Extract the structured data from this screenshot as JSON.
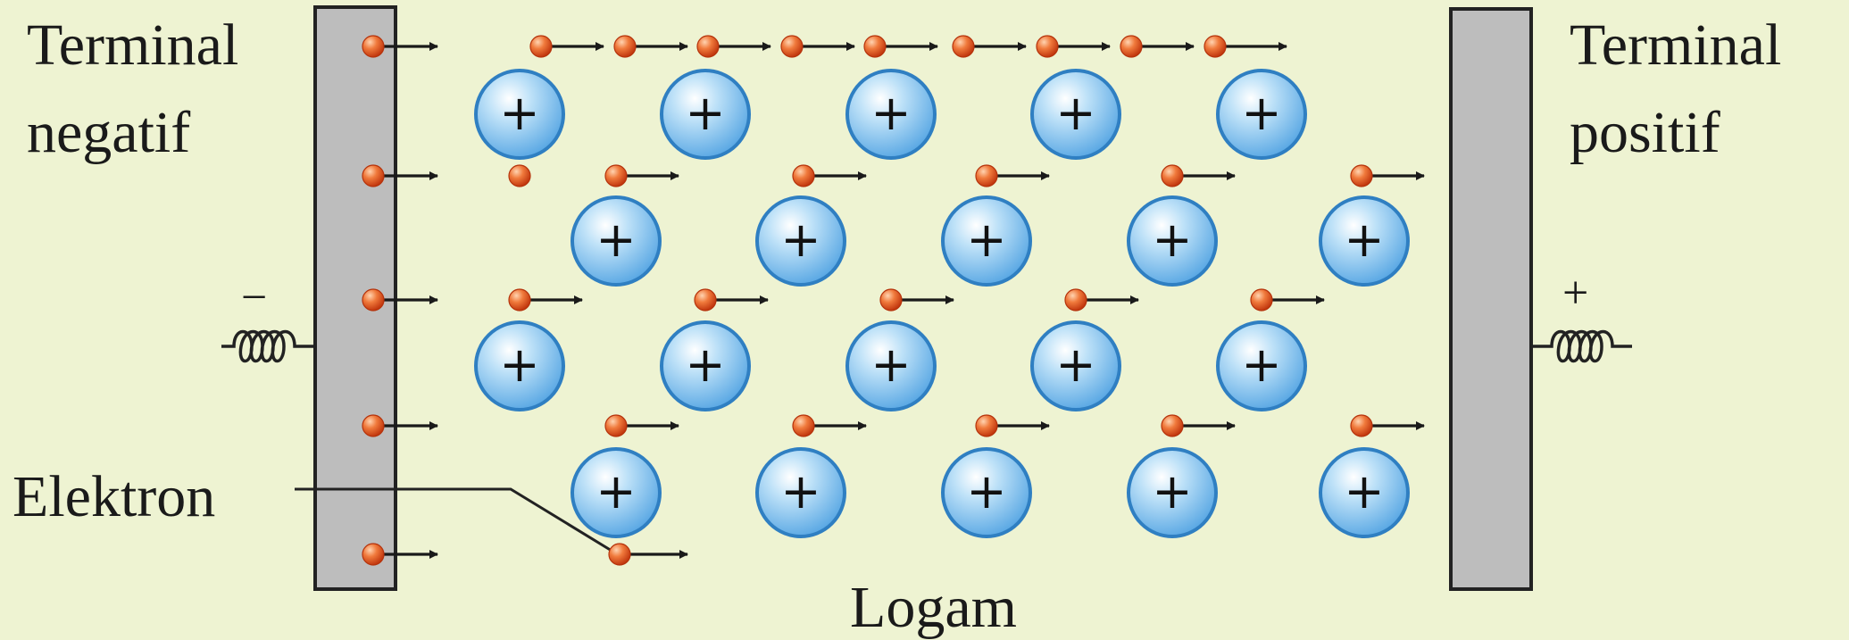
{
  "labels": {
    "terminal_negative_line1": "Terminal",
    "terminal_negative_line2": "negatif",
    "terminal_positive_line1": "Terminal",
    "terminal_positive_line2": "positif",
    "minus_sign": "−",
    "plus_sign": "+",
    "electron": "Elektron",
    "metal": "Logam"
  },
  "ion_symbol": "+",
  "colors": {
    "background": "#eef3d2",
    "terminal_fill": "#bdbdbd",
    "ion_fill": "#7cc0ee",
    "ion_stroke": "#2f7fc2",
    "electron_fill": "#e8582a",
    "arrow": "#1a1a1a"
  },
  "icons": [
    "coil-icon",
    "plus-ion-icon",
    "electron-icon",
    "arrow-right-icon"
  ]
}
